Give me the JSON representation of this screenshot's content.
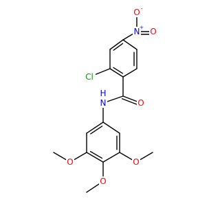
{
  "atoms": [
    {
      "id": "a1",
      "element": "O",
      "label": "O",
      "charge": "-",
      "color": "#ff0000"
    },
    {
      "id": "a2",
      "element": "N",
      "label": "N",
      "charge": "+",
      "color": "#0000ff"
    },
    {
      "id": "a3",
      "element": "O",
      "label": "O",
      "charge": "",
      "color": "#ff0000"
    },
    {
      "id": "a4",
      "element": "C",
      "label": "",
      "charge": "",
      "color": "#000000"
    },
    {
      "id": "a5",
      "element": "C",
      "label": "",
      "charge": "",
      "color": "#000000"
    },
    {
      "id": "a6",
      "element": "C",
      "label": "",
      "charge": "",
      "color": "#000000"
    },
    {
      "id": "a7",
      "element": "C",
      "label": "",
      "charge": "",
      "color": "#000000"
    },
    {
      "id": "a8",
      "element": "C",
      "label": "",
      "charge": "",
      "color": "#000000"
    },
    {
      "id": "a9",
      "element": "C",
      "label": "",
      "charge": "",
      "color": "#000000"
    },
    {
      "id": "a10",
      "element": "Cl",
      "label": "Cl",
      "charge": "",
      "color": "#00a000"
    },
    {
      "id": "a11",
      "element": "C",
      "label": "",
      "charge": "",
      "color": "#000000"
    },
    {
      "id": "a12",
      "element": "O",
      "label": "O",
      "charge": "",
      "color": "#ff0000"
    },
    {
      "id": "a13",
      "element": "N",
      "label": "N",
      "sublabel": "H",
      "charge": "",
      "color": "#0000ff"
    },
    {
      "id": "a14",
      "element": "C",
      "label": "",
      "charge": "",
      "color": "#000000"
    },
    {
      "id": "a15",
      "element": "C",
      "label": "",
      "charge": "",
      "color": "#000000"
    },
    {
      "id": "a16",
      "element": "C",
      "label": "",
      "charge": "",
      "color": "#000000"
    },
    {
      "id": "a17",
      "element": "C",
      "label": "",
      "charge": "",
      "color": "#000000"
    },
    {
      "id": "a18",
      "element": "C",
      "label": "",
      "charge": "",
      "color": "#000000"
    },
    {
      "id": "a19",
      "element": "C",
      "label": "",
      "charge": "",
      "color": "#000000"
    },
    {
      "id": "a20",
      "element": "O",
      "label": "O",
      "charge": "",
      "color": "#ff0000"
    },
    {
      "id": "a21",
      "element": "C",
      "label": "",
      "charge": "",
      "color": "#000000"
    },
    {
      "id": "a22",
      "element": "O",
      "label": "O",
      "charge": "",
      "color": "#ff0000"
    },
    {
      "id": "a23",
      "element": "C",
      "label": "",
      "charge": "",
      "color": "#000000"
    },
    {
      "id": "a24",
      "element": "O",
      "label": "O",
      "charge": "",
      "color": "#ff0000"
    },
    {
      "id": "a25",
      "element": "C",
      "label": "",
      "charge": "",
      "color": "#000000"
    }
  ],
  "bonds": [
    {
      "from": "a1",
      "to": "a2",
      "order": 1
    },
    {
      "from": "a2",
      "to": "a3",
      "order": 2
    },
    {
      "from": "a2",
      "to": "a4",
      "order": 1
    },
    {
      "from": "a4",
      "to": "a5",
      "order": 2
    },
    {
      "from": "a5",
      "to": "a6",
      "order": 1
    },
    {
      "from": "a6",
      "to": "a7",
      "order": 2
    },
    {
      "from": "a7",
      "to": "a8",
      "order": 1
    },
    {
      "from": "a8",
      "to": "a9",
      "order": 2
    },
    {
      "from": "a9",
      "to": "a4",
      "order": 1
    },
    {
      "from": "a6",
      "to": "a10",
      "order": 1
    },
    {
      "from": "a7",
      "to": "a11",
      "order": 1
    },
    {
      "from": "a11",
      "to": "a12",
      "order": 2
    },
    {
      "from": "a11",
      "to": "a13",
      "order": 1
    },
    {
      "from": "a13",
      "to": "a14",
      "order": 1
    },
    {
      "from": "a14",
      "to": "a15",
      "order": 2
    },
    {
      "from": "a15",
      "to": "a16",
      "order": 1
    },
    {
      "from": "a16",
      "to": "a17",
      "order": 2
    },
    {
      "from": "a17",
      "to": "a18",
      "order": 1
    },
    {
      "from": "a18",
      "to": "a19",
      "order": 2
    },
    {
      "from": "a19",
      "to": "a14",
      "order": 1
    },
    {
      "from": "a16",
      "to": "a20",
      "order": 1
    },
    {
      "from": "a20",
      "to": "a21",
      "order": 1
    },
    {
      "from": "a17",
      "to": "a22",
      "order": 1
    },
    {
      "from": "a22",
      "to": "a23",
      "order": 1
    },
    {
      "from": "a18",
      "to": "a24",
      "order": 1
    },
    {
      "from": "a24",
      "to": "a25",
      "order": 1
    }
  ]
}
